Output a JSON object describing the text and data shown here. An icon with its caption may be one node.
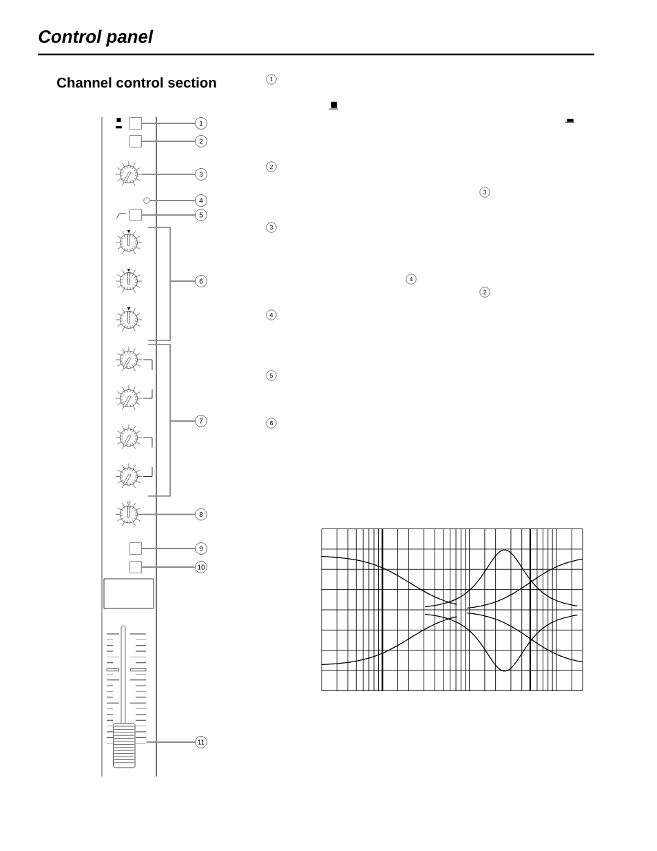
{
  "diagram": {
    "title": "Control panel",
    "nodes": [
      {
        "text": [],
        "shape": "box"
      },
      {
        "text": [
          "1"
        ]
      },
      {
        "text": [],
        "shape": "box"
      },
      {
        "text": [
          "2"
        ]
      },
      {
        "text": [],
        "shape": "picture"
      },
      {
        "text": [
          "3"
        ]
      },
      {
        "text": [],
        "shape": "circle"
      },
      {
        "text": [
          "4"
        ]
      },
      {
        "text": [],
        "shape": "box"
      },
      {
        "text": [
          "5"
        ]
      },
      {
        "text": [],
        "shape": "picture"
      },
      {
        "text": [],
        "shape": "picture"
      },
      {
        "text": [],
        "shape": "picture"
      },
      {
        "text": [],
        "shape": "bracket"
      },
      {
        "text": [
          "6"
        ]
      },
      {
        "text": [],
        "shape": "picture"
      },
      {
        "text": [],
        "shape": "picture"
      },
      {
        "text": [],
        "shape": "picture"
      },
      {
        "text": [],
        "shape": "picture"
      },
      {
        "text": [],
        "shape": "bracket"
      },
      {
        "text": [
          "7"
        ]
      },
      {
        "text": [],
        "shape": "picture"
      },
      {
        "text": [
          "8"
        ]
      },
      {
        "text": [],
        "shape": "box"
      },
      {
        "text": [
          "9"
        ]
      },
      {
        "text": [],
        "shape": "box"
      },
      {
        "text": [
          "10"
        ]
      },
      {
        "text": [],
        "shape": "picture"
      },
      {
        "text": [
          "11"
        ]
      }
    ],
    "edges": [
      {
        "from": 1,
        "to": 0,
        "arrow": "none"
      },
      {
        "from": 3,
        "to": 2,
        "arrow": "none"
      },
      {
        "from": 5,
        "to": 4,
        "arrow": "none"
      },
      {
        "from": 7,
        "to": 6,
        "arrow": "none"
      },
      {
        "from": 9,
        "to": 8,
        "arrow": "none"
      },
      {
        "from": 14,
        "to": 13,
        "arrow": "none"
      },
      {
        "from": 20,
        "to": 19,
        "arrow": "none"
      },
      {
        "from": 22,
        "to": 21,
        "arrow": "none"
      },
      {
        "from": 24,
        "to": 23,
        "arrow": "none"
      },
      {
        "from": 26,
        "to": 25,
        "arrow": "none"
      },
      {
        "from": 28,
        "to": 27,
        "arrow": "none"
      }
    ],
    "labels": [
      "Channel control section",
      "1",
      "2",
      "3",
      "3",
      "4",
      "2",
      "4",
      "5",
      "6"
    ]
  }
}
